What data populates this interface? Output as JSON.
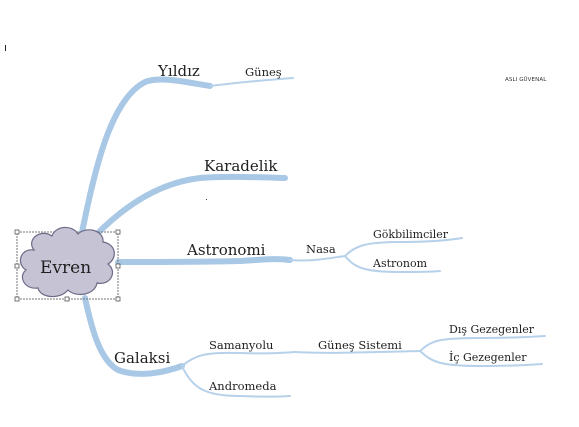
{
  "root": {
    "label": "Evren"
  },
  "author": "ASLI GÜVENAL",
  "branches": {
    "yildiz": {
      "label": "Yıldız",
      "children": [
        "Güneş"
      ]
    },
    "karadelik": {
      "label": "Karadelik"
    },
    "astronomi": {
      "label": "Astronomi",
      "sub": "Nasa",
      "children": [
        "Gökbilimciler",
        "Astronom"
      ]
    },
    "galaksi": {
      "label": "Galaksi",
      "samanyolu": "Samanyolu",
      "andromeda": "Andromeda",
      "gunes_sistemi": "Güneş Sistemi",
      "gezegenler": [
        "Dış Gezegenler",
        "İç Gezegenler"
      ]
    }
  },
  "colors": {
    "branch": "#a8c8e6",
    "cloud_fill": "#c5c3d4",
    "cloud_stroke": "#6e6a88",
    "text": "#1f1f1f"
  }
}
